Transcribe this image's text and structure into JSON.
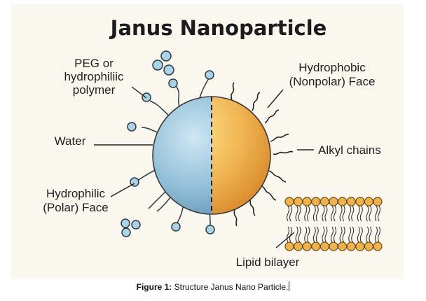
{
  "diagram": {
    "title": "Janus Nanoparticle",
    "labels": {
      "peg_line1": "PEG or",
      "peg_line2": "hydrophiliic",
      "peg_line3": "polymer",
      "water": "Water",
      "hydrophilic_line1": "Hydrophilic",
      "hydrophilic_line2": "(Polar) Face",
      "hydrophobic_line1": "Hydrophobic",
      "hydrophobic_line2": "(Nonpolar) Face",
      "alkyl": "Alkyl chains",
      "lipid": "Lipid bilayer"
    },
    "colors": {
      "hydrophilic_face": "#8fbdd6",
      "hydrophobic_face": "#eda746",
      "bead": "#a9d3e8",
      "lipid_head": "#f2b24a",
      "outline": "#3a3a3a"
    }
  },
  "caption": {
    "label": "Figure 1:",
    "text": " Structure Janus Nano Particle."
  }
}
